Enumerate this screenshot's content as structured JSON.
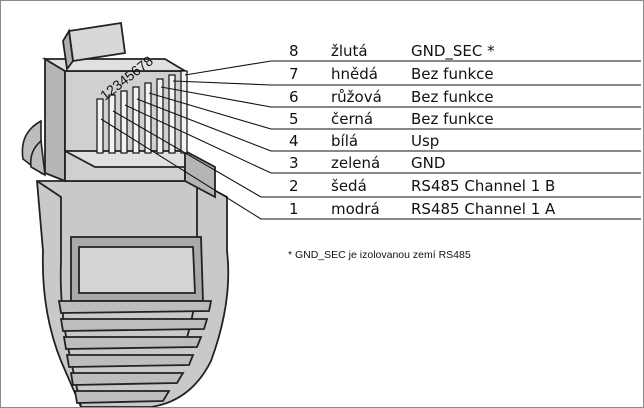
{
  "pins": [
    {
      "number": "8",
      "color": "žlutá",
      "function": "GND_SEC *"
    },
    {
      "number": "7",
      "color": "hnědá",
      "function": "Bez funkce"
    },
    {
      "number": "6",
      "color": "růžová",
      "function": "Bez funkce"
    },
    {
      "number": "5",
      "color": "černá",
      "function": "Bez funkce"
    },
    {
      "number": "4",
      "color": "bílá",
      "function": "Usp"
    },
    {
      "number": "3",
      "color": "zelená",
      "function": "GND"
    },
    {
      "number": "2",
      "color": "šedá",
      "function": "RS485  Channel 1 B"
    },
    {
      "number": "1",
      "color": "modrá",
      "function": "RS485 Channel 1 A"
    }
  ],
  "connector_pin_numbers": "12345678",
  "footnote": "* GND_SEC je izolovanou zemí RS485",
  "colors": {
    "connector_fill": "#c9c9c9",
    "connector_shade": "#a9a9a9",
    "outline": "#222222",
    "frame": "#8a8a8a"
  }
}
